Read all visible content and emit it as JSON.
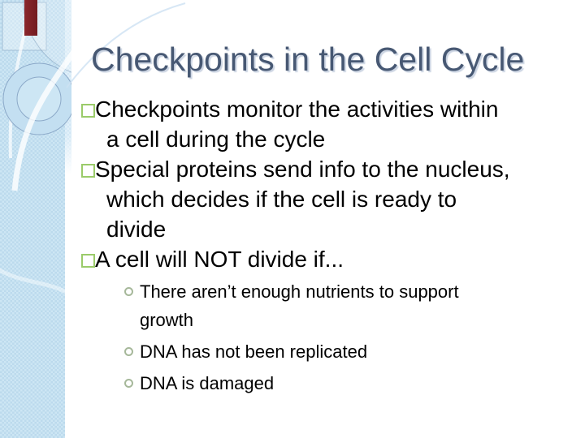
{
  "slide": {
    "title": "Checkpoints in the Cell Cycle",
    "bullets": [
      {
        "level": 1,
        "text": "Checkpoints monitor the activities within a cell during the cycle"
      },
      {
        "level": 1,
        "text": "Special proteins send info to the nucleus, which decides if the cell is ready to divide"
      },
      {
        "level": 1,
        "text": "A cell will NOT divide if..."
      },
      {
        "level": 2,
        "text": "There aren’t enough nutrients to support growth"
      },
      {
        "level": 2,
        "text": "DNA has not been replicated"
      },
      {
        "level": 2,
        "text": "DNA is damaged"
      }
    ],
    "markers": {
      "level1": "open-square",
      "level2": "open-circle"
    },
    "colors": {
      "background": "#ffffff",
      "title_text": "#475873",
      "body_text": "#000000",
      "square_bullet_green": "#9bcb6a",
      "circle_bullet_gray_green": "#a6b89a",
      "sidebar_blue": "#cde6f4",
      "sidebar_checker": "#bcdaed",
      "accent_bar_red": "#7a2025"
    }
  }
}
